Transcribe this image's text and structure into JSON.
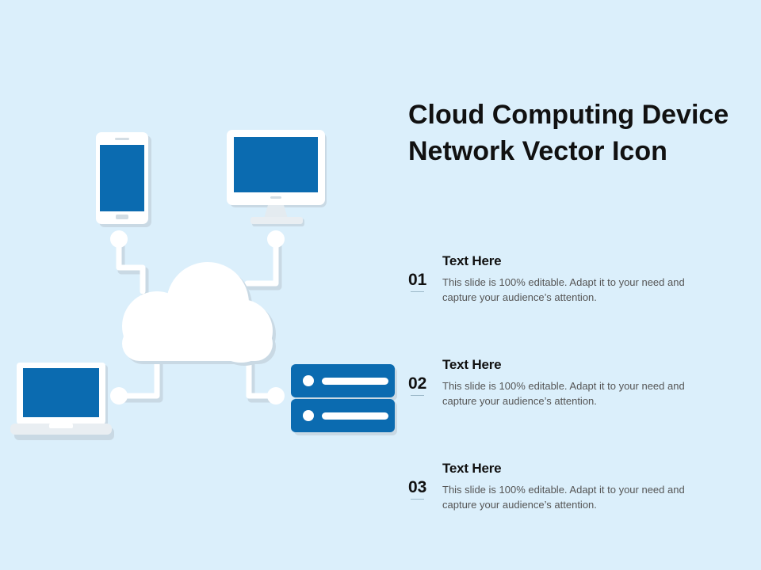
{
  "slide": {
    "title_line1": "Cloud Computing Device",
    "title_line2": "Network Vector Icon"
  },
  "items": [
    {
      "number": "01",
      "heading": "Text Here",
      "body": "This slide is 100% editable. Adapt it to your need and capture your audience’s attention."
    },
    {
      "number": "02",
      "heading": "Text Here",
      "body": "This slide is 100% editable. Adapt it to your need and capture your audience’s attention."
    },
    {
      "number": "03",
      "heading": "Text Here",
      "body": "This slide is 100% editable. Adapt it to your need and capture your audience’s attention."
    }
  ],
  "colors": {
    "background": "#dbeffb",
    "device_screen": "#0b6bb0",
    "device_body": "#ffffff",
    "connector": "#ffffff",
    "shadow": "#c9d9e4"
  }
}
